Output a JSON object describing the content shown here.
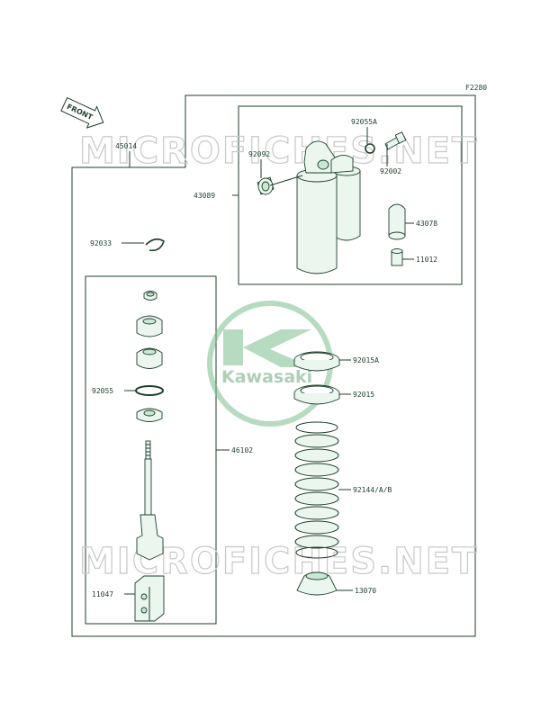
{
  "figure_code": "F2280",
  "front_label": "FRONT",
  "watermark_text": "MICROFICHES.NET",
  "logo_text": "Kawasaki",
  "colors": {
    "ink": "#1e3f2a",
    "part_fill": "#eaf6ee",
    "watermark": "#c8c8c8",
    "logo": "#7ebf8e"
  },
  "labels": {
    "p45014": "45014",
    "p92055A": "92055A",
    "p92092": "92092",
    "p92002": "92002",
    "p43089": "43089",
    "p43078": "43078",
    "p92033": "92033",
    "p11012": "11012",
    "p92015A": "92015A",
    "p92055": "92055",
    "p92015": "92015",
    "p46102": "46102",
    "p92144": "92144/A/B",
    "p11047": "11047",
    "p13070": "13070"
  }
}
